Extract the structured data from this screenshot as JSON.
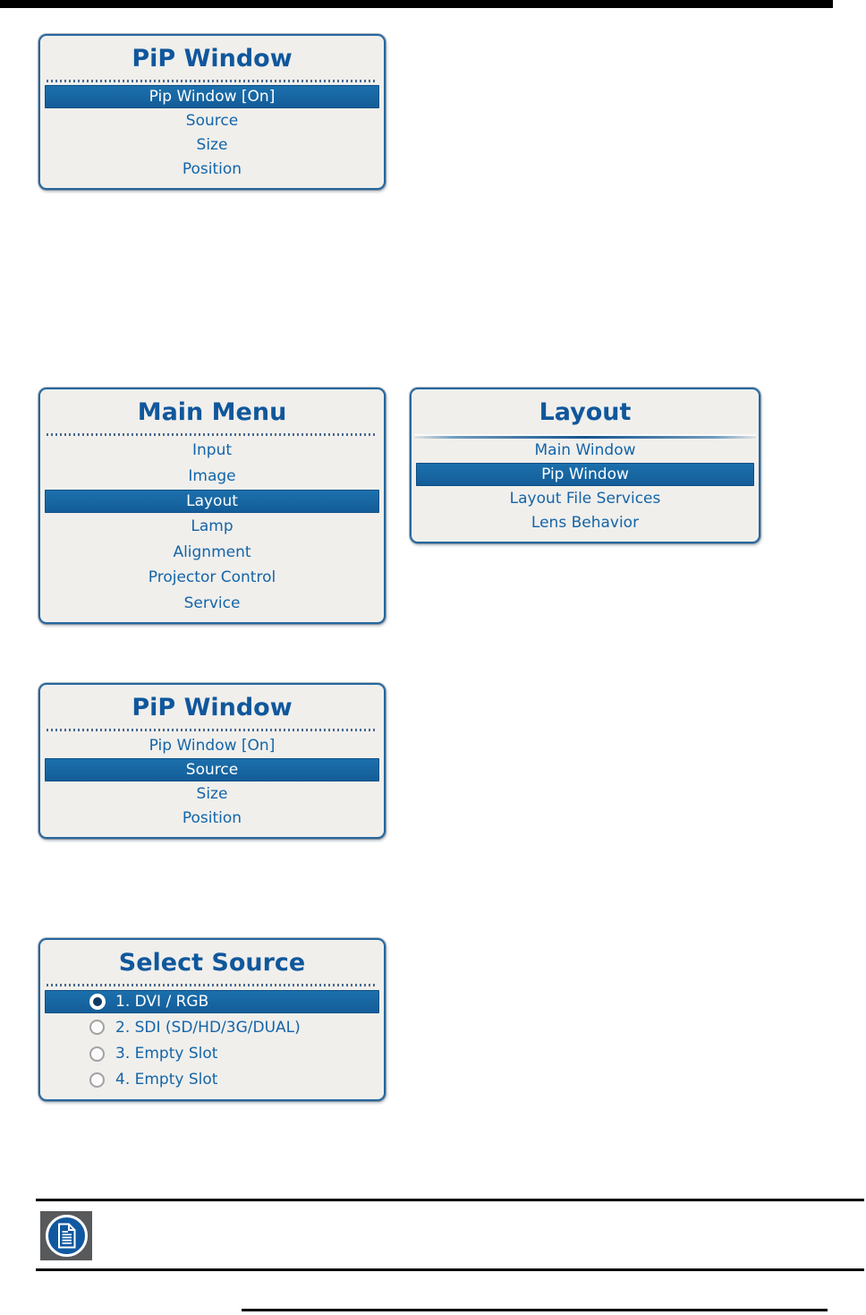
{
  "colors": {
    "highlight_blue": "#1565a4",
    "title_blue": "#10579c",
    "item_blue": "#1465a8",
    "menu_background": "#f0efec",
    "menu_border": "#26679f",
    "note_square_gray": "#58595b",
    "note_circle_blue": "#1058a0",
    "rule_black": "#000000"
  },
  "menus": [
    {
      "title": "PiP Window",
      "separator": "dotted",
      "items": [
        {
          "label": "Pip Window [On]",
          "highlighted": true
        },
        {
          "label": "Source",
          "highlighted": false
        },
        {
          "label": "Size",
          "highlighted": false
        },
        {
          "label": "Position",
          "highlighted": false
        }
      ]
    },
    {
      "title": "Main Menu",
      "separator": "dotted",
      "items": [
        {
          "label": "Input",
          "highlighted": false
        },
        {
          "label": "Image",
          "highlighted": false
        },
        {
          "label": "Layout",
          "highlighted": true
        },
        {
          "label": "Lamp",
          "highlighted": false
        },
        {
          "label": "Alignment",
          "highlighted": false
        },
        {
          "label": "Projector Control",
          "highlighted": false
        },
        {
          "label": "Service",
          "highlighted": false
        }
      ]
    },
    {
      "title": "Layout",
      "separator": "gradient",
      "items": [
        {
          "label": "Main Window",
          "highlighted": false
        },
        {
          "label": "Pip Window",
          "highlighted": true
        },
        {
          "label": "Layout File Services",
          "highlighted": false
        },
        {
          "label": "Lens Behavior",
          "highlighted": false
        }
      ]
    },
    {
      "title": "PiP Window",
      "separator": "dotted",
      "items": [
        {
          "label": "Pip Window [On]",
          "highlighted": false
        },
        {
          "label": "Source",
          "highlighted": true
        },
        {
          "label": "Size",
          "highlighted": false
        },
        {
          "label": "Position",
          "highlighted": false
        }
      ]
    },
    {
      "title": "Select Source",
      "separator": "dotted",
      "items": [
        {
          "label": "1. DVI / RGB",
          "highlighted": true,
          "radio": "selected"
        },
        {
          "label": "2. SDI (SD/HD/3G/DUAL)",
          "highlighted": false,
          "radio": "unselected"
        },
        {
          "label": "3. Empty Slot",
          "highlighted": false,
          "radio": "unselected"
        },
        {
          "label": "4. Empty Slot",
          "highlighted": false,
          "radio": "unselected"
        }
      ]
    }
  ],
  "note": {
    "icon": "note-document-icon"
  }
}
